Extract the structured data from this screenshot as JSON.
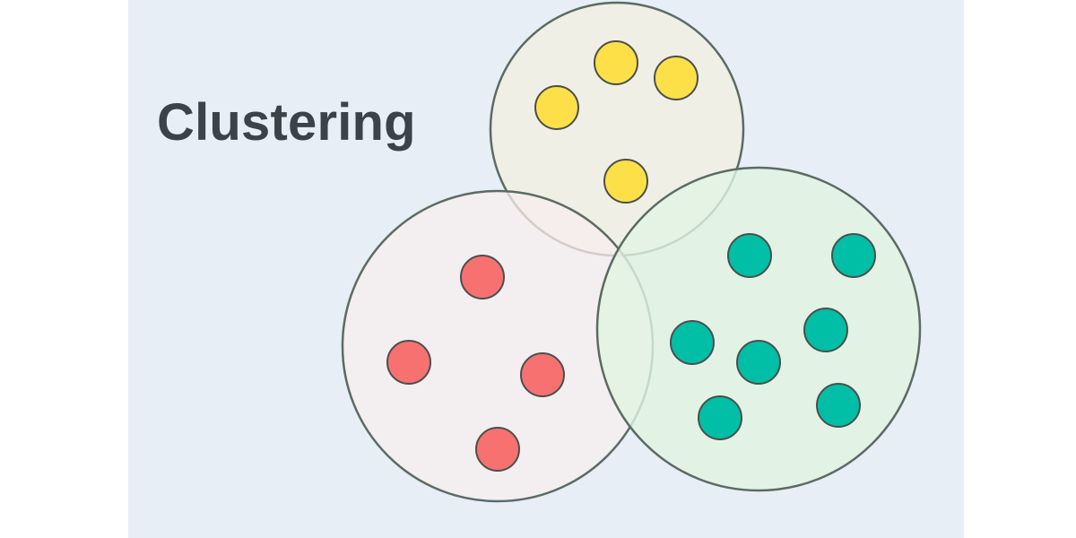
{
  "title": "Clustering",
  "colors": {
    "panel_background": "#e7eef5",
    "title_text": "#3b424b",
    "outline": "#5b6b64"
  },
  "clusters": [
    {
      "name": "yellow",
      "color": "#fde047",
      "circle_fill": "#f0efe2",
      "point_count": 4
    },
    {
      "name": "red",
      "color": "#f87171",
      "circle_fill": "#f7eded",
      "point_count": 4
    },
    {
      "name": "teal",
      "color": "#00bfa6",
      "circle_fill": "#e1f4e2",
      "point_count": 7
    }
  ]
}
